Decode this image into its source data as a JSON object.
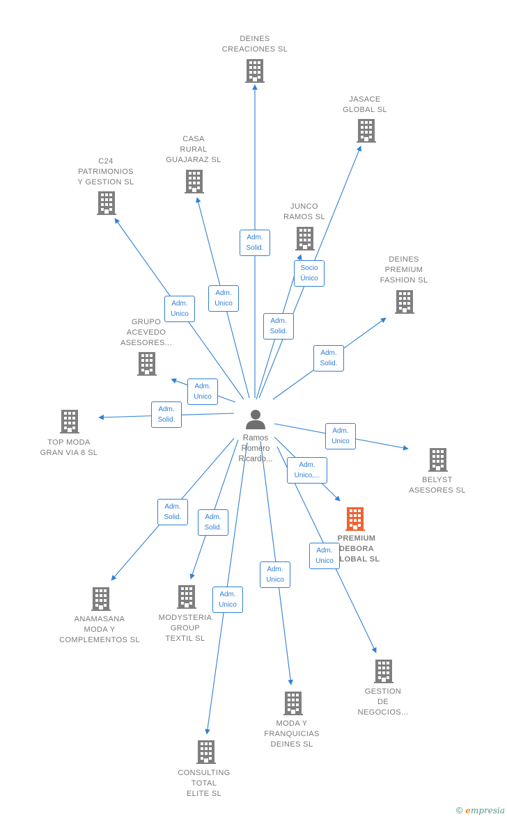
{
  "colors": {
    "line": "#2f7fd6",
    "company_icon": "#7f7f7f",
    "highlight_icon": "#f06331",
    "label": "#7a7a7a"
  },
  "center": {
    "name": "Ramos\nRomero\nRicardo...",
    "icon": "person-icon"
  },
  "companies": [
    {
      "id": "deines-creaciones",
      "name": "DEINES\nCREACIONES SL",
      "relation": "Adm.\nSolid."
    },
    {
      "id": "jasace-global",
      "name": "JASACE\nGLOBAL  SL",
      "relation": "Adm.\nSolid."
    },
    {
      "id": "casa-rural",
      "name": "CASA\nRURAL\nGUAJARAZ  SL",
      "relation": "Adm.\nUnico"
    },
    {
      "id": "c24-patrimonios",
      "name": "C24\nPATRIMONIOS\nY GESTION  SL",
      "relation": "Adm.\nUnico"
    },
    {
      "id": "junco-ramos",
      "name": "JUNCO\nRAMOS SL",
      "relation": "Socio\nÚnico"
    },
    {
      "id": "deines-premium",
      "name": "DEINES\nPREMIUM\nFASHION  SL",
      "relation": "Adm.\nSolid."
    },
    {
      "id": "grupo-acevedo",
      "name": "GRUPO\nACEVEDO\nASESORES...",
      "relation": "Adm.\nUnico"
    },
    {
      "id": "top-moda",
      "name": "TOP MODA\nGRAN VIA 8  SL",
      "relation": "Adm.\nSolid."
    },
    {
      "id": "belyst",
      "name": "BELYST\nASESORES  SL",
      "relation": "Adm.\nUnico"
    },
    {
      "id": "premium-debora",
      "name": "PREMIUM\nDEBORA\nGLOBAL  SL",
      "relation": "Adm.\nUnico,...",
      "highlight": true
    },
    {
      "id": "anamasana",
      "name": "ANAMASANA\nMODA Y\nCOMPLEMENTOS SL",
      "relation": "Adm.\nSolid."
    },
    {
      "id": "modysteria",
      "name": "MODYSTERIA\nGROUP\nTEXTIL  SL",
      "relation": "Adm.\nSolid."
    },
    {
      "id": "gestion-negocios",
      "name": "GESTION\nDE\nNEGOCIOS...",
      "relation": "Adm.\nUnico"
    },
    {
      "id": "moda-franquicias",
      "name": "MODA Y\nFRANQUICIAS\nDEINES  SL",
      "relation": "Adm.\nUnico"
    },
    {
      "id": "consulting-total",
      "name": "CONSULTING\nTOTAL\nELITE  SL",
      "relation": "Adm.\nUnico"
    }
  ],
  "footer": {
    "copyright": "©",
    "brand": "mpresia",
    "brand_initial": "e"
  }
}
